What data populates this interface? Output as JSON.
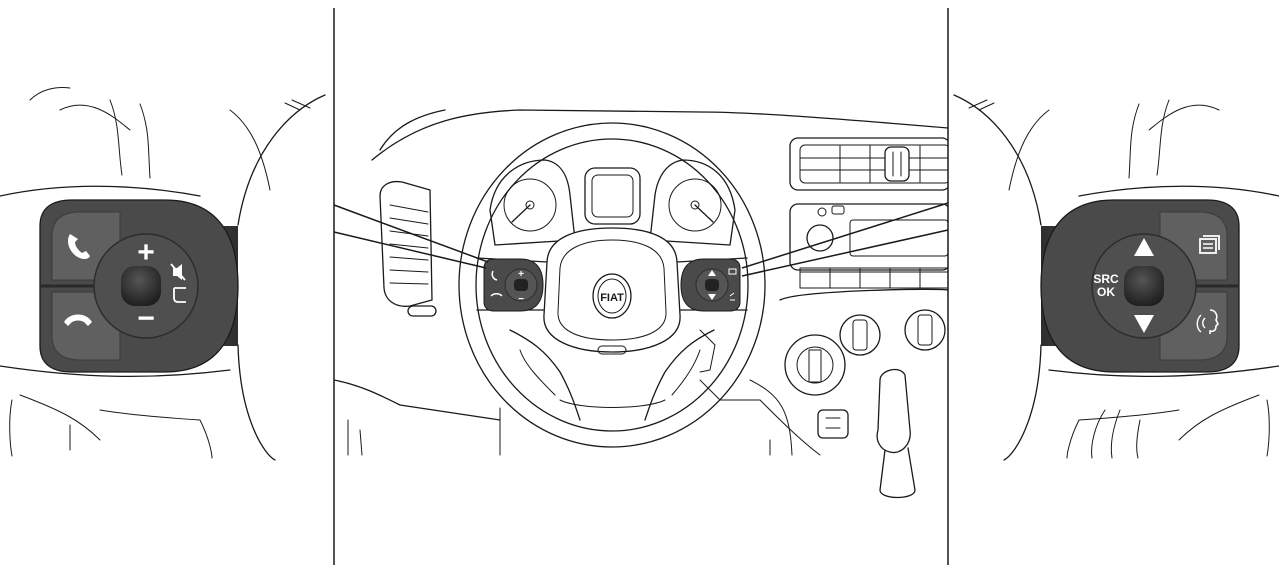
{
  "left_controls": {
    "volume_up_symbol": "+",
    "volume_down_symbol": "−"
  },
  "right_controls": {
    "src_label": "SRC",
    "ok_label": "OK"
  },
  "dashboard": {
    "brand_logo_text": "FIAT"
  },
  "colors": {
    "panel_dark": "#3a3a3a",
    "panel_mid": "#5a5a5a",
    "button_gray": "#6a6a6a",
    "knob_dark": "#2a2a2a",
    "symbol_white": "#ffffff",
    "outline": "#1a1a1a"
  }
}
